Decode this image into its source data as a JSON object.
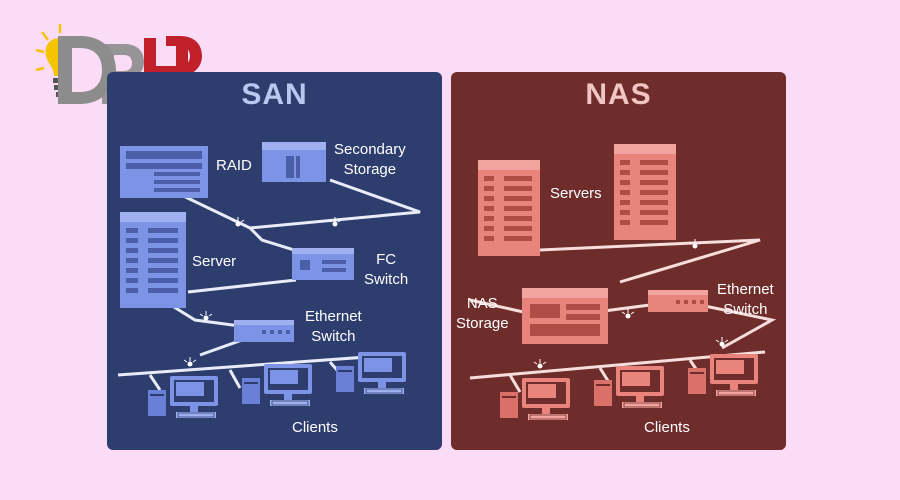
{
  "logo": {
    "text": "DRHP"
  },
  "san": {
    "title": "SAN",
    "labels": {
      "raid": "RAID",
      "secondary_storage_1": "Secondary",
      "secondary_storage_2": "Storage",
      "server": "Server",
      "fc_switch_1": "FC",
      "fc_switch_2": "Switch",
      "ethernet_switch_1": "Ethernet",
      "ethernet_switch_2": "Switch",
      "clients": "Clients"
    }
  },
  "nas": {
    "title": "NAS",
    "labels": {
      "servers": "Servers",
      "nas_storage_1": "NAS",
      "nas_storage_2": "Storage",
      "ethernet_switch_1": "Ethernet",
      "ethernet_switch_2": "Switch",
      "clients": "Clients"
    }
  },
  "colors": {
    "background": "#fbdcf7",
    "san_panel": "#2c3d6e",
    "nas_panel": "#6e2c2a",
    "san_device": "#7d93e6",
    "nas_device": "#e9847d",
    "logo_gray": "#8c8c8c",
    "logo_red": "#c0202a",
    "bulb": "#f5c400"
  }
}
